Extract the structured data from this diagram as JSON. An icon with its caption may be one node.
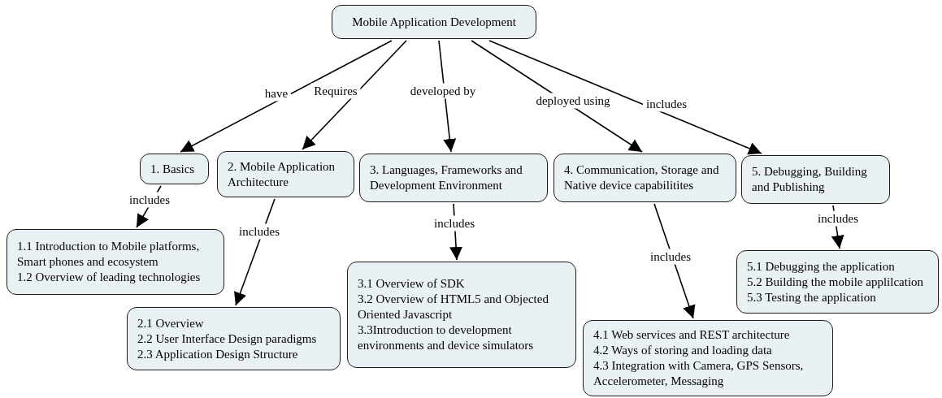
{
  "diagram": {
    "nodes": [
      {
        "text": [
          "Mobile Application Development"
        ]
      },
      {
        "text": [
          "1. Basics"
        ]
      },
      {
        "text": [
          "2. Mobile Application Architecture"
        ]
      },
      {
        "text": [
          "3. Languages, Frameworks and Development Environment"
        ]
      },
      {
        "text": [
          "4. Communication, Storage and Native device capabilitites"
        ]
      },
      {
        "text": [
          "5. Debugging, Building and Publishing"
        ]
      },
      {
        "text": [
          "1.1 Introduction to Mobile platforms, Smart phones and ecosystem",
          "1.2 Overview of leading technologies"
        ]
      },
      {
        "text": [
          "2.1 Overview",
          "2.2 User Interface Design paradigms",
          "2.3 Application Design Structure"
        ]
      },
      {
        "text": [
          "3.1 Overview of SDK",
          "3.2 Overview of HTML5 and Objected Oriented Javascript",
          "3.3Introduction to development environments and device simulators"
        ]
      },
      {
        "text": [
          "4.1 Web services and REST architecture",
          "4.2 Ways of storing and loading data",
          "4.3 Integration with Camera, GPS Sensors, Accelerometer, Messaging"
        ]
      },
      {
        "text": [
          "5.1 Debugging the application",
          "5.2 Building the mobile applilcation",
          "5.3 Testing the application"
        ]
      }
    ],
    "edges": [
      {
        "from": 0,
        "to": 1,
        "arrow": "to",
        "label": "have"
      },
      {
        "from": 0,
        "to": 2,
        "arrow": "to",
        "label": "Requires"
      },
      {
        "from": 0,
        "to": 3,
        "arrow": "to",
        "label": "developed by"
      },
      {
        "from": 0,
        "to": 4,
        "arrow": "to",
        "label": "deployed using"
      },
      {
        "from": 0,
        "to": 5,
        "arrow": "to",
        "label": "includes"
      },
      {
        "from": 1,
        "to": 6,
        "arrow": "to",
        "label": "includes"
      },
      {
        "from": 2,
        "to": 7,
        "arrow": "to",
        "label": "includes"
      },
      {
        "from": 3,
        "to": 8,
        "arrow": "to",
        "label": "includes"
      },
      {
        "from": 4,
        "to": 9,
        "arrow": "to",
        "label": "includes"
      },
      {
        "from": 5,
        "to": 10,
        "arrow": "to",
        "label": "includes"
      }
    ]
  }
}
